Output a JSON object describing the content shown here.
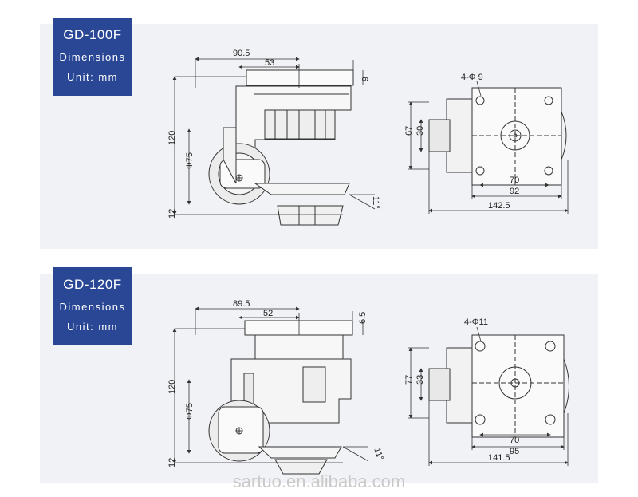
{
  "panels": [
    {
      "model": "GD-100F",
      "label_dimensions": "Dimensions",
      "label_unit": "Unit: mm",
      "dims": {
        "width_total": "90.5",
        "width_offset": "53",
        "plate_thickness": "6",
        "height": "120",
        "wheel_dia": "Φ75",
        "base_gap": "12",
        "angle": "11°",
        "hole_spec": "4-Φ 9",
        "height_outer": "67",
        "height_inner": "30",
        "hole_spacing": "70",
        "plate_width": "92",
        "overall_width": "142.5"
      }
    },
    {
      "model": "GD-120F",
      "label_dimensions": "Dimensions",
      "label_unit": "Unit: mm",
      "dims": {
        "width_total": "89.5",
        "width_offset": "52",
        "plate_thickness": "6.5",
        "height": "120",
        "wheel_dia": "Φ75",
        "base_gap": "12",
        "angle": "11°",
        "hole_spec": "4-Φ11",
        "height_outer": "77",
        "height_inner": "33",
        "hole_spacing": "70",
        "plate_width": "95",
        "overall_width": "141.5"
      }
    }
  ],
  "watermark": "sartuo.en.alibaba.com"
}
